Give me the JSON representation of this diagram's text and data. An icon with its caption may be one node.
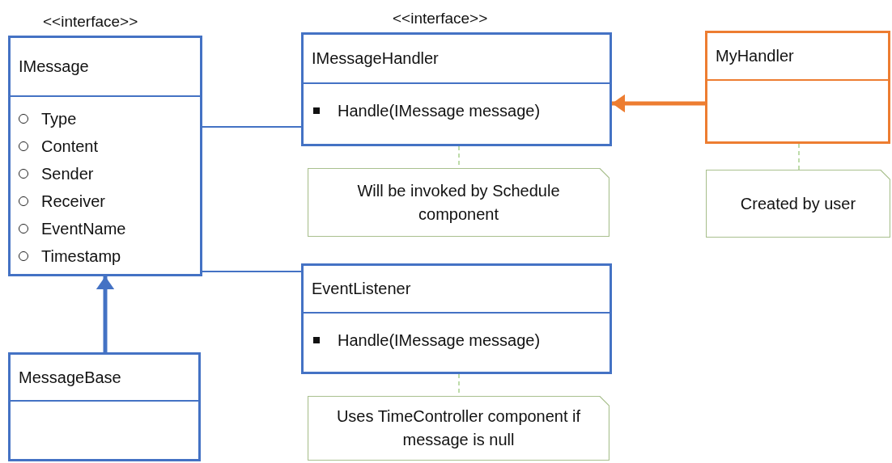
{
  "diagram": {
    "nodes": [
      {
        "text": [
          "<<interface>>",
          "IMessage",
          "Type",
          "Content",
          "Sender",
          "Receiver",
          "EventName",
          "Timestamp"
        ]
      },
      {
        "text": [
          "<<interface>>",
          "IMessageHandler",
          "Handle(IMessage message)"
        ]
      },
      {
        "text": [
          "MyHandler"
        ]
      },
      {
        "text": [
          "Will be invoked by Schedule component"
        ]
      },
      {
        "text": [
          "Created by user"
        ]
      },
      {
        "text": [
          "EventListener",
          "Handle(IMessage message)"
        ]
      },
      {
        "text": [
          "MessageBase"
        ]
      },
      {
        "text": [
          "Uses TimeController component if message is null"
        ]
      }
    ],
    "edges": [
      {
        "from": 0,
        "to": 1,
        "arrow": "none"
      },
      {
        "from": 2,
        "to": 1,
        "arrow": "to",
        "style": "thick",
        "color": "#ed7d31"
      },
      {
        "from": 1,
        "to": 3,
        "arrow": "none",
        "style": "dashed",
        "color": "#a9d18e"
      },
      {
        "from": 2,
        "to": 4,
        "arrow": "none",
        "style": "dashed",
        "color": "#a9d18e"
      },
      {
        "from": 0,
        "to": 5,
        "arrow": "none"
      },
      {
        "from": 6,
        "to": 0,
        "arrow": "to",
        "style": "thick"
      },
      {
        "from": 5,
        "to": 7,
        "arrow": "none",
        "style": "dashed",
        "color": "#a9d18e"
      }
    ]
  }
}
